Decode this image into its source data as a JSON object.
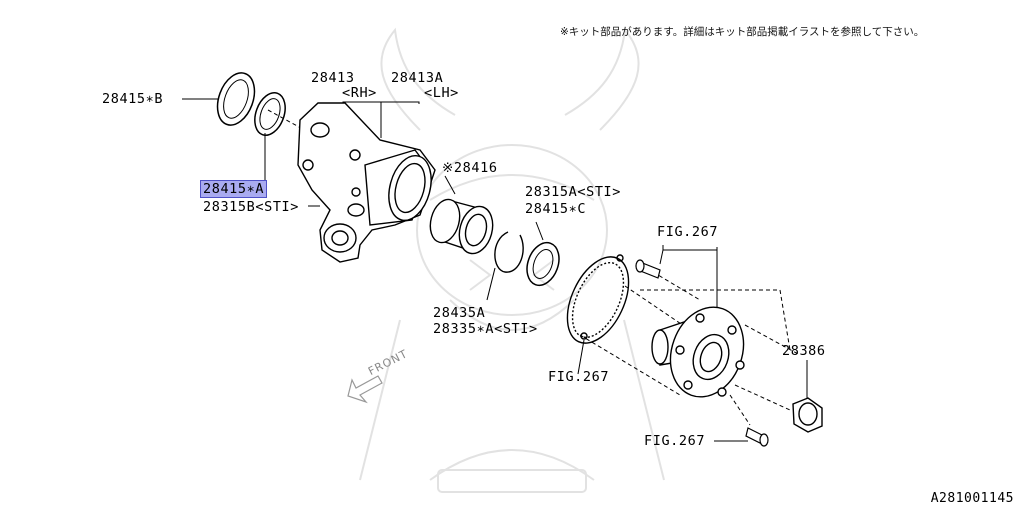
{
  "note": "※キット部品があります。詳細はキット部品掲載イラストを参照して下さい。",
  "doc_id": "A281001145",
  "front_label": "FRONT",
  "callouts": {
    "p28415b": "28415∗B",
    "p28415a": "28415∗A",
    "p28315b": "28315B<STI>",
    "p28413": "28413",
    "p28413a": "28413A",
    "rh": "<RH>",
    "lh": "<LH>",
    "p28416": "※28416",
    "p28315a": "28315A<STI>",
    "p28415c": "28415∗C",
    "fig_top": "FIG.267",
    "p28435a": "28435A",
    "p28335a": "28335∗A<STI>",
    "fig_mid": "FIG.267",
    "p28386": "28386",
    "fig_bottom": "FIG.267"
  },
  "colors": {
    "highlight": "#a9abf0",
    "highlight_border": "#4f52c7",
    "line": "#000000",
    "watermark": "#e2e2e2"
  }
}
